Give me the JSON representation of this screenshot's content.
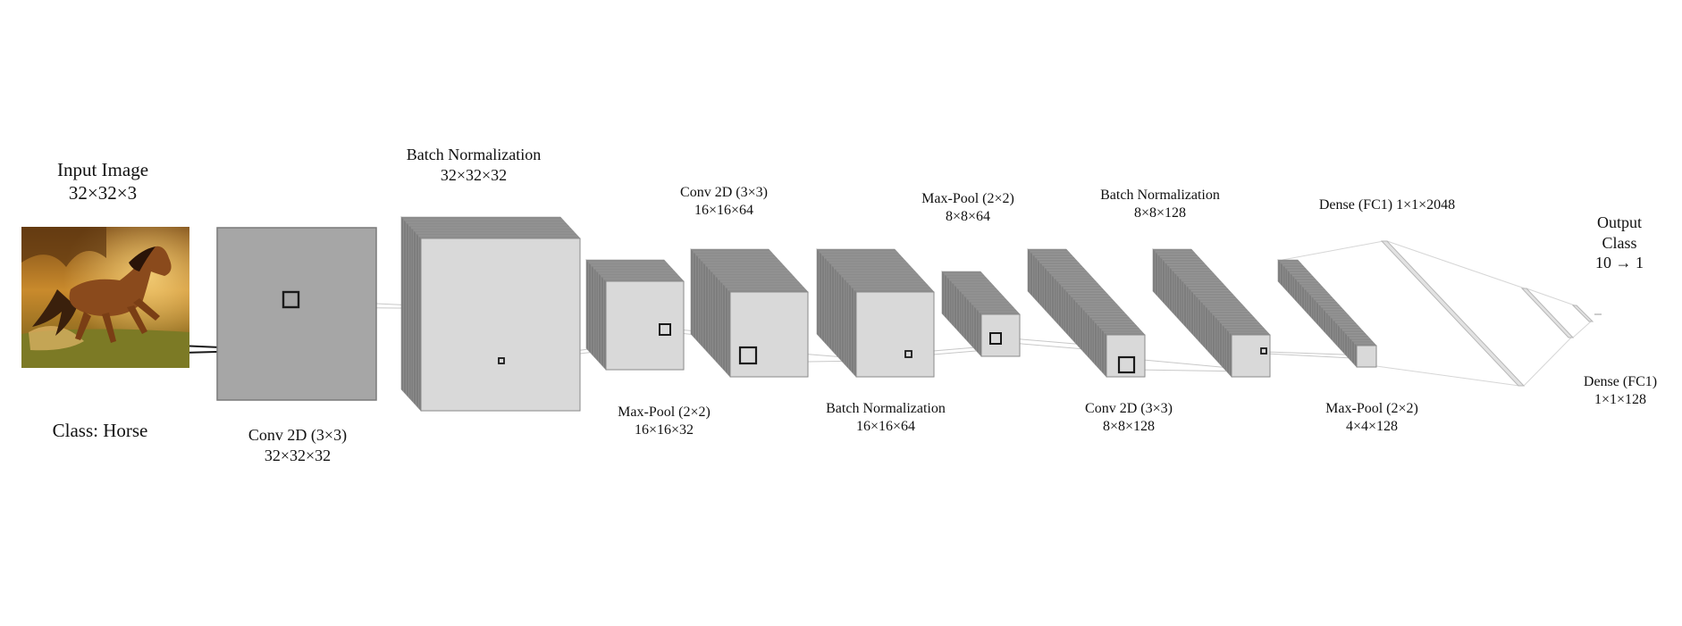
{
  "input": {
    "title": "Input Image",
    "dims": "32×32×3",
    "class_label": "Class: Horse"
  },
  "layers": [
    {
      "id": "conv1",
      "name": "Conv 2D (3×3)",
      "dims": "32×32×32"
    },
    {
      "id": "bn1",
      "name": "Batch Normalization",
      "dims": "32×32×32"
    },
    {
      "id": "pool1",
      "name": "Max-Pool (2×2)",
      "dims": "16×16×32"
    },
    {
      "id": "conv2",
      "name": "Conv 2D (3×3)",
      "dims": "16×16×64"
    },
    {
      "id": "bn2",
      "name": "Batch Normalization",
      "dims": "16×16×64"
    },
    {
      "id": "pool2",
      "name": "Max-Pool (2×2)",
      "dims": "8×8×64"
    },
    {
      "id": "conv3",
      "name": "Conv 2D (3×3)",
      "dims": "8×8×128"
    },
    {
      "id": "bn3",
      "name": "Batch Normalization",
      "dims": "8×8×128"
    },
    {
      "id": "pool3",
      "name": "Max-Pool (2×2)",
      "dims": "4×4×128"
    }
  ],
  "dense1": {
    "label": "Dense (FC1) 1×1×2048"
  },
  "dense2": {
    "name": "Dense (FC1)",
    "dims": "1×1×128"
  },
  "output": {
    "line1": "Output",
    "line2": "Class",
    "line3": "10 → 1"
  },
  "colors": {
    "face": "#d9d9d9",
    "depth": "#8c8c8c",
    "conv1_face": "#a6a6a6",
    "edge": "#8a8a8a",
    "kernel": "#1a1a1a",
    "connector": "#c8c8c8"
  }
}
